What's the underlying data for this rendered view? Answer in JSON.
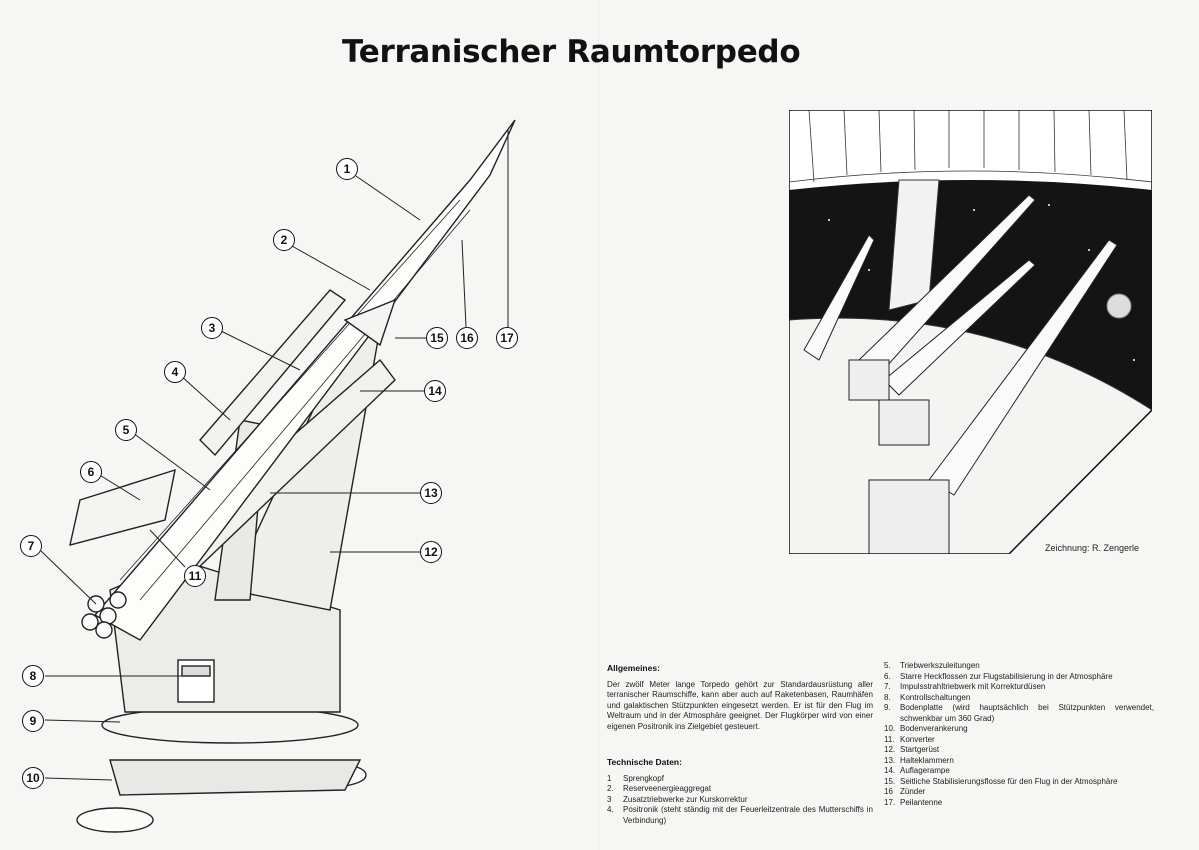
{
  "page": {
    "title": "Terranischer Raumtorpedo"
  },
  "diagram": {
    "callouts": [
      "1",
      "2",
      "3",
      "4",
      "5",
      "6",
      "7",
      "8",
      "9",
      "10",
      "11",
      "12",
      "13",
      "14",
      "15",
      "16",
      "17"
    ]
  },
  "illustration": {
    "credit": "Zeichnung: R. Zengerle"
  },
  "general": {
    "heading": "Allgemeines:",
    "text": "Der zwölf Meter lange Torpedo gehört zur Standardausrüstung aller terranischer Raumschiffe, kann aber auch auf Raketenbasen, Raumhäfen und galaktischen Stützpunkten eingesetzt werden. Er ist für den Flug im Weltraum und in der Atmosphäre geeignet. Der Flugkörper wird von einer eigenen Positronik ins Zielgebiet gesteuert."
  },
  "technical": {
    "heading": "Technische Daten:",
    "items": [
      {
        "num": "1",
        "text": "Sprengkopf"
      },
      {
        "num": "2.",
        "text": "Reserveenergieaggregat"
      },
      {
        "num": "3",
        "text": "Zusatztriebwerke zur Kurskorrektur"
      },
      {
        "num": "4.",
        "text": "Positronik (steht ständig mit der Feuerleitzentrale des Mutterschiffs in Verbindung)"
      },
      {
        "num": "5.",
        "text": "Triebwerkszuleitungen"
      },
      {
        "num": "6.",
        "text": "Starre Heckflossen zur Flugstabilisierung in der Atmosphäre"
      },
      {
        "num": "7.",
        "text": "Impulsstrahltriebwerk mit Korrekturdüsen"
      },
      {
        "num": "8.",
        "text": "Kontrollschaltungen"
      },
      {
        "num": "9.",
        "text": "Bodenplatte (wird hauptsächlich bei Stützpunkten verwendet, schwenkbar um 360 Grad)"
      },
      {
        "num": "10.",
        "text": "Bodenverankerung"
      },
      {
        "num": "11.",
        "text": "Konverter"
      },
      {
        "num": "12.",
        "text": "Startgerüst"
      },
      {
        "num": "13.",
        "text": "Halteklammern"
      },
      {
        "num": "14.",
        "text": "Auflagerampe"
      },
      {
        "num": "15.",
        "text": "Seitliche Stabilisierungsflosse für den Flug in der Atmosphäre"
      },
      {
        "num": "16",
        "text": "Zünder"
      },
      {
        "num": "17.",
        "text": "Peilantenne"
      }
    ]
  }
}
